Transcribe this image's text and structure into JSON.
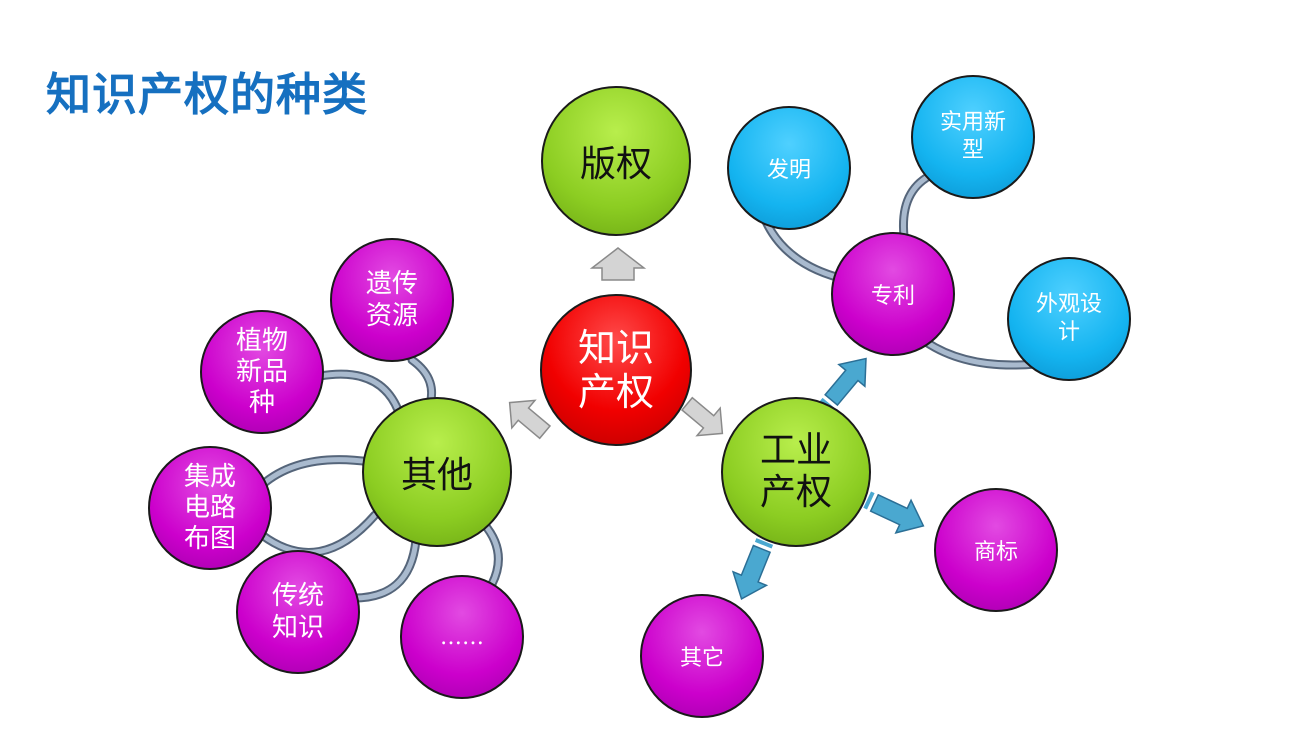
{
  "title": "知识产权的种类",
  "nodes": {
    "center": "知识\n产权",
    "copyright": "版权",
    "other": "其他",
    "industrial": "工业\n产权",
    "genetic": "遗传\n资源",
    "plant": "植物\n新品\n种",
    "circuit": "集成\n电路\n布图",
    "traditional": "传统\n知识",
    "ellipsis": "……",
    "patent": "专利",
    "invention": "发明",
    "utility": "实用新\n型",
    "design": "外观设\n计",
    "trademark": "商标",
    "other_industrial": "其它"
  },
  "colors": {
    "title": "#1670c0",
    "center": "#f10000",
    "category": "#8ccd22",
    "leaf": "#cc00cc",
    "patent_leaf": "#14b4f0",
    "connector": "#9eb0c6",
    "arrow_gray": "#c8c8c8",
    "arrow_blue": "#4aa8d0"
  }
}
